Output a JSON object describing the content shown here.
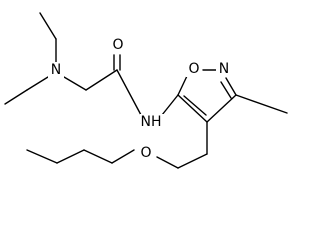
{
  "molecule": {
    "atoms": {
      "amine_nitrogen": "N",
      "carbonyl_oxygen": "O",
      "amide_nh": "NH",
      "ring_oxygen": "O",
      "ring_nitrogen": "N",
      "ether_oxygen": "O"
    }
  },
  "colors": {
    "bond": "#000000",
    "label": "#000000",
    "background": "#ffffff"
  }
}
